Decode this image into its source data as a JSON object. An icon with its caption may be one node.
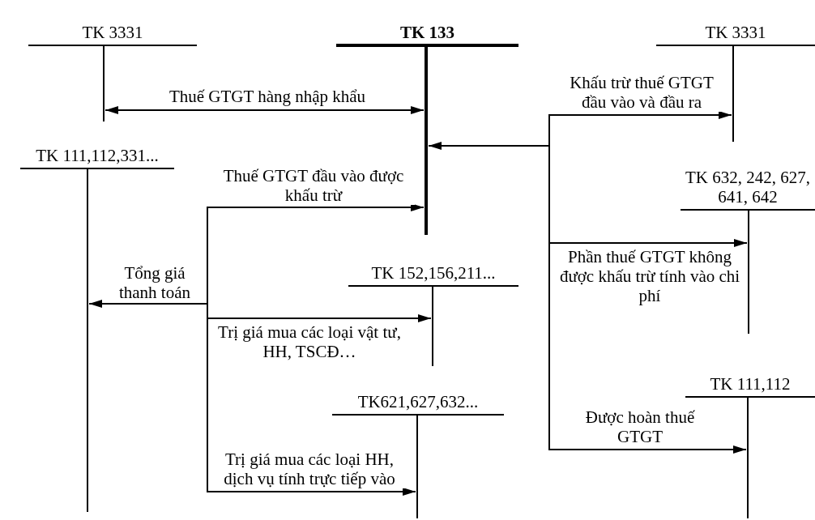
{
  "diagram": {
    "nodes": [
      {
        "text": [
          "TK 3331"
        ]
      },
      {
        "text": [
          "TK 133"
        ]
      },
      {
        "text": [
          "TK 3331"
        ]
      },
      {
        "text": [
          "TK 111,112,331..."
        ]
      },
      {
        "text": [
          "TK 632, 242, 627, 641, 642"
        ]
      },
      {
        "text": [
          "TK 152,156,211..."
        ]
      },
      {
        "text": [
          "TK621,627,632..."
        ]
      },
      {
        "text": [
          "TK 111,112"
        ]
      }
    ],
    "edges": [
      {
        "from": 0,
        "to": 1,
        "arrow": "both",
        "label": "Thuế GTGT hàng nhập khẩu"
      },
      {
        "from": null,
        "to": 3,
        "arrow": "to",
        "label": "Tổng giá thanh toán"
      },
      {
        "from": 3,
        "to": 1,
        "arrow": "to",
        "label": "Thuế GTGT đầu vào được khấu trừ"
      },
      {
        "from": 3,
        "to": 5,
        "arrow": "to",
        "label": "Trị giá mua các loại vật tư, HH, TSCĐ…"
      },
      {
        "from": 3,
        "to": 6,
        "arrow": "to",
        "label": "Trị giá mua các loại HH, dịch vụ tính trực tiếp vào"
      },
      {
        "from": null,
        "to": 1,
        "arrow": "to"
      },
      {
        "from": 1,
        "to": 2,
        "arrow": "to",
        "label": "Khấu trừ thuế GTGT đầu vào và đầu ra"
      },
      {
        "from": 1,
        "to": 4,
        "arrow": "to",
        "label": "Phần thuế GTGT không được khấu trừ tính vào chi phí"
      },
      {
        "from": 1,
        "to": 7,
        "arrow": "to",
        "label": "Được hoàn thuế GTGT"
      }
    ]
  }
}
